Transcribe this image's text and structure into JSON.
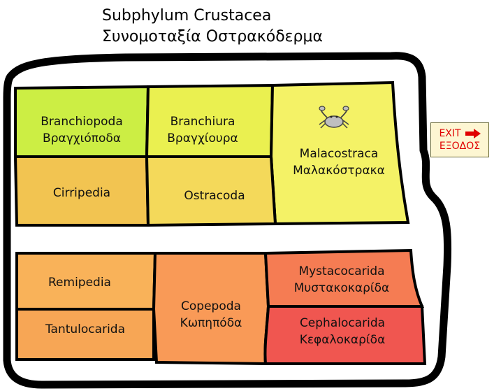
{
  "title": {
    "line1": "Subphylum Crustacea",
    "line2": "Συνομοταξία Οστρακόδερμα"
  },
  "rooms": {
    "branchiopoda": {
      "latin": "Branchiopoda",
      "greek": "Βραγχιόποδα",
      "color": "#ccee44"
    },
    "branchiura": {
      "latin": "Branchiura",
      "greek": "Βραγχίουρα",
      "color": "#eaf050"
    },
    "malacostraca": {
      "latin": "Malacostraca",
      "greek": "Μαλακόστρακα",
      "color": "#f4f266"
    },
    "cirripedia": {
      "latin": "Cirripedia",
      "color": "#f2c451"
    },
    "ostracoda": {
      "latin": "Ostracoda",
      "color": "#f4d95a"
    },
    "remipedia": {
      "latin": "Remipedia",
      "color": "#f9b259"
    },
    "tantulocarida": {
      "latin": "Tantulocarida",
      "color": "#f7a655"
    },
    "copepoda": {
      "latin": "Copepoda",
      "greek": "Κωπηπόδα",
      "color": "#f99a57"
    },
    "mystacocarida": {
      "latin": "Mystacocarida",
      "greek": "Μυστακοκαρίδα",
      "color": "#f57c53"
    },
    "cephalocarida": {
      "latin": "Cephalocarida",
      "greek": "Κεφαλοκαρίδα",
      "color": "#f05650"
    }
  },
  "exit": {
    "latin": "EXIT",
    "greek": "ΕΞΟΔΟΣ",
    "arrow_icon": "right-arrow-icon",
    "color": "#e00000"
  },
  "icons": {
    "crab": "crab-icon"
  }
}
